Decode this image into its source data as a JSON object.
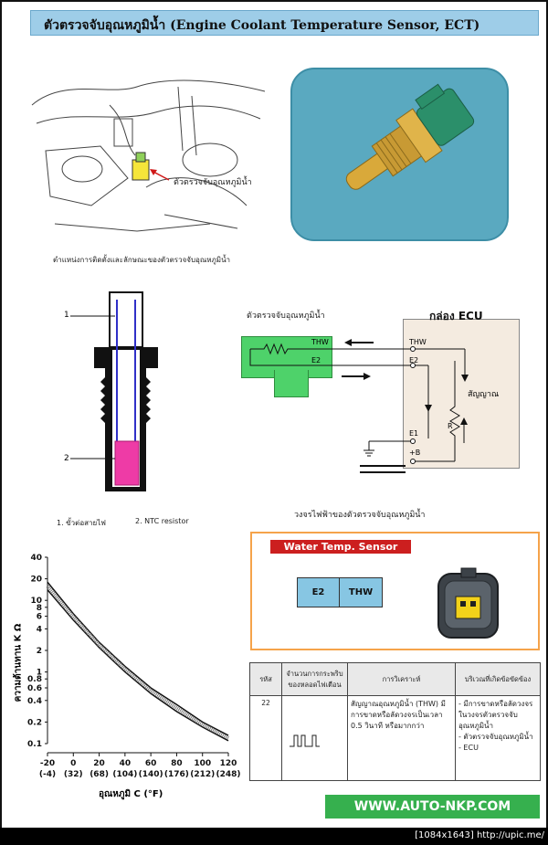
{
  "header": {
    "title": "ตัวตรวจจับอุณหภูมิน้ำ (Engine Coolant Temperature Sensor, ECT)"
  },
  "location_diagram": {
    "callout": "ตัวตรวจจับอุณหภูมิน้ำ",
    "caption": "ตำแหน่งการติดตั้งและลักษณะของตัวตรวจจับอุณหภูมิน้ำ"
  },
  "cutaway": {
    "label1": "1",
    "label2": "2",
    "legend1": "1. ขั้วต่อสายไฟ",
    "legend2": "2.  NTC resistor"
  },
  "circuit": {
    "sensor_label": "ตัวตรวจจับอุณหภูมิน้ำ",
    "ecu_title": "กล่อง ECU",
    "thw_left": "THW",
    "e2_left": "E2",
    "thw_right": "THW",
    "e2_right": "E2",
    "signal": "สัญญาณ",
    "r_label": "R",
    "e1": "E1",
    "plus_b": "+B",
    "caption": "วงจรไฟฟ้าของตัวตรวจจับอุณหภูมิน้ำ"
  },
  "graph": {
    "ylabel": "ความต้านทาน  K Ω",
    "xlabel": "อุณหภูมิ  C (°F)",
    "y_ticks": [
      "40",
      "20",
      "10",
      "8",
      "6",
      "4",
      "2",
      "1",
      "0.8",
      "0.6",
      "0.4",
      "0.2",
      "0.1"
    ],
    "x_ticks_c": [
      "-20",
      "0",
      "20",
      "40",
      "60",
      "80",
      "100",
      "120"
    ],
    "x_ticks_f": [
      "(-4)",
      "(32)",
      "(68)",
      "(104)",
      "(140)",
      "(176)",
      "(212)",
      "(248)"
    ]
  },
  "chart_data": {
    "type": "line",
    "xlabel": "อุณหภูมิ  C (°F)",
    "ylabel": "ความต้านทาน  K Ω",
    "y_scale": "log",
    "xlim": [
      -20,
      120
    ],
    "ylim": [
      0.1,
      40
    ],
    "x": [
      -20,
      0,
      20,
      40,
      60,
      80,
      100,
      120
    ],
    "series": [
      {
        "values": [
          18,
          6.5,
          2.6,
          1.2,
          0.6,
          0.35,
          0.2,
          0.13
        ]
      },
      {
        "values": [
          14,
          5.3,
          2.2,
          1.0,
          0.5,
          0.28,
          0.17,
          0.11
        ]
      }
    ]
  },
  "connector": {
    "title": "Water Temp. Sensor",
    "pin1": "E2",
    "pin2": "THW"
  },
  "dtc_table": {
    "headers": [
      "รหัส",
      "จำนวนการกระพริบของหลอดไฟเตือน",
      "การวิเคราะห์",
      "บริเวณที่เกิดข้อขัดข้อง"
    ],
    "code": "22",
    "analysis": "สัญญาณอุณหภูมิน้ำ (THW) มีการขาดหรือลัดวงจรเป็นเวลา 0.5 วินาที    หรือมากกว่า",
    "areas": [
      "-  มีการขาดหรือลัดวงจรในวงจรตัวตรวจจับอุณหภูมิน้ำ",
      "-  ตัวตรวจจับอุณหภูมิน้ำ",
      "-  ECU"
    ]
  },
  "website": "WWW.AUTO-NKP.COM",
  "footer": "[1084x1643] http://upic.me/",
  "colors": {
    "header_bg": "#9ecde8",
    "green_box": "#4ed26a",
    "pink_resistor": "#ee3ba6",
    "connector_red": "#cc1f1f",
    "web_green": "#36b04e"
  }
}
